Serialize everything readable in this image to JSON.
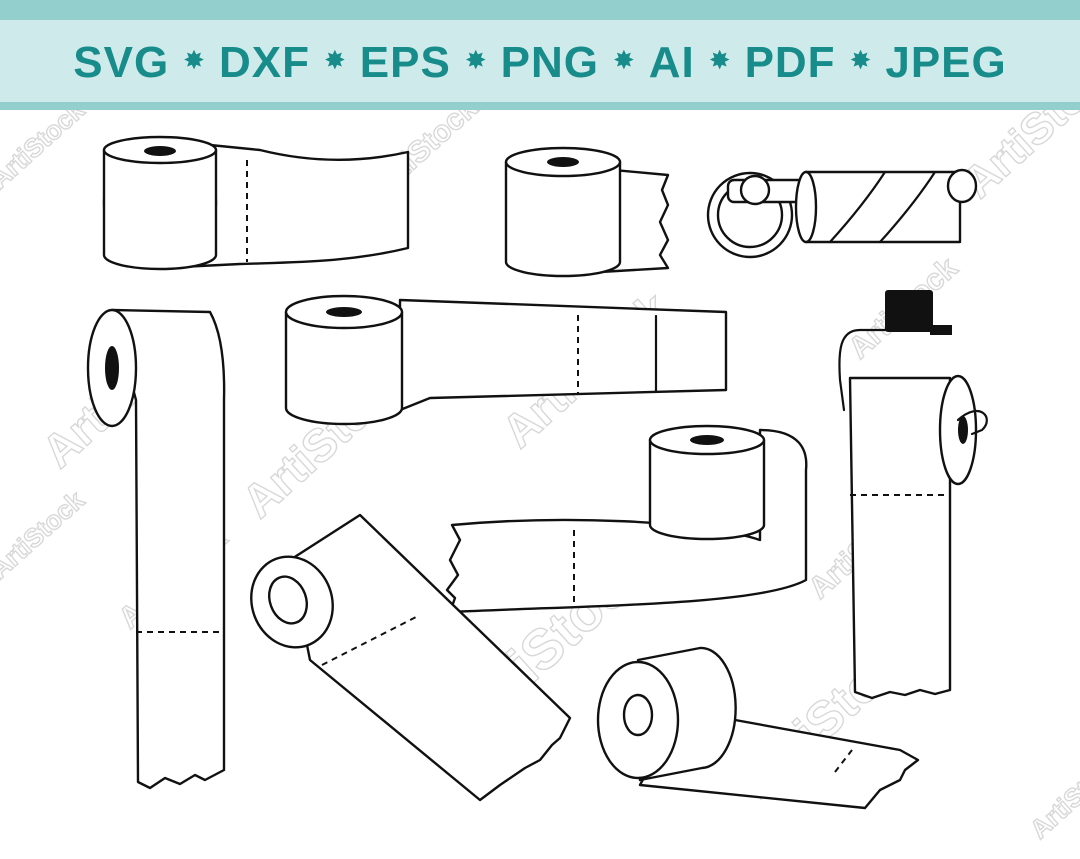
{
  "banner": {
    "formats": [
      "SVG",
      "DXF",
      "EPS",
      "PNG",
      "AI",
      "PDF",
      "JPEG"
    ],
    "separator_icon": "star-burst-icon",
    "colors": {
      "band": "#cfeaea",
      "band_edge": "#93cfcc",
      "text": "#188c8a"
    }
  },
  "watermark": {
    "text": "ArtiStock"
  }
}
